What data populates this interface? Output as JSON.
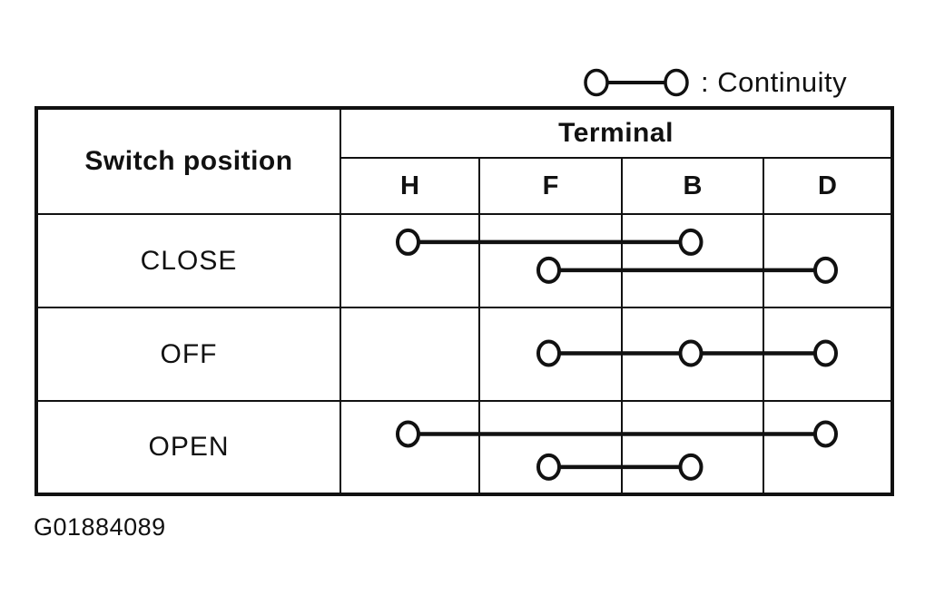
{
  "legend": {
    "symbol": "circle-line-circle",
    "label": ": Continuity"
  },
  "table": {
    "corner_header": "Switch position",
    "terminal_header": "Terminal",
    "terminals": [
      "H",
      "F",
      "B",
      "D"
    ],
    "rows": [
      {
        "label": "CLOSE",
        "connections": [
          {
            "terminals": [
              "H",
              "B"
            ],
            "y_frac": 0.31
          },
          {
            "terminals": [
              "F",
              "D"
            ],
            "y_frac": 0.61
          }
        ]
      },
      {
        "label": "OFF",
        "connections": [
          {
            "terminals": [
              "F",
              "B",
              "D"
            ],
            "y_frac": 0.5
          }
        ]
      },
      {
        "label": "OPEN",
        "connections": [
          {
            "terminals": [
              "H",
              "D"
            ],
            "y_frac": 0.36
          },
          {
            "terminals": [
              "F",
              "B"
            ],
            "y_frac": 0.71
          }
        ]
      }
    ]
  },
  "footer": {
    "figure_id": "G01884089"
  },
  "colors": {
    "ink": "#111111",
    "paper": "#ffffff"
  }
}
